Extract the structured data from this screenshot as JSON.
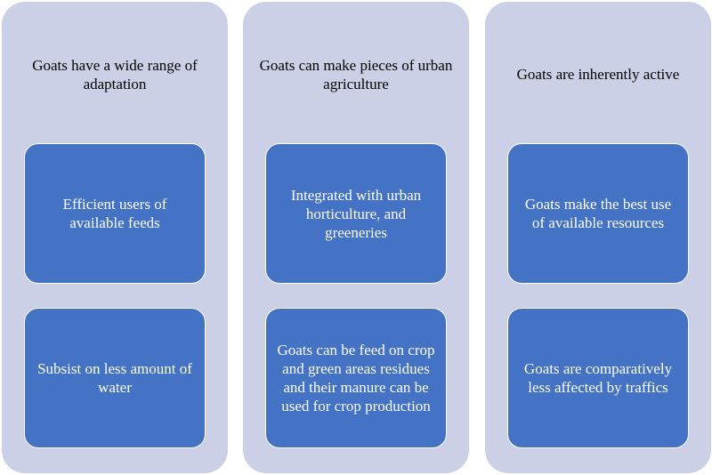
{
  "columns": [
    {
      "title": "Goats have a wide range of adaptation",
      "boxes": [
        "Efficient users of available feeds",
        "Subsist on less amount of water"
      ]
    },
    {
      "title": "Goats can make pieces of urban agriculture",
      "boxes": [
        "Integrated with urban horticulture, and greeneries",
        "Goats can be feed on crop and green areas residues and their manure can be used for crop production"
      ]
    },
    {
      "title": "Goats are inherently active",
      "boxes": [
        "Goats make the best use of available resources",
        "Goats are comparatively less affected by traffics"
      ]
    }
  ],
  "colors": {
    "column_background": "#ccd0e6",
    "box_fill": "#4472c4",
    "box_text": "#ffffff"
  }
}
